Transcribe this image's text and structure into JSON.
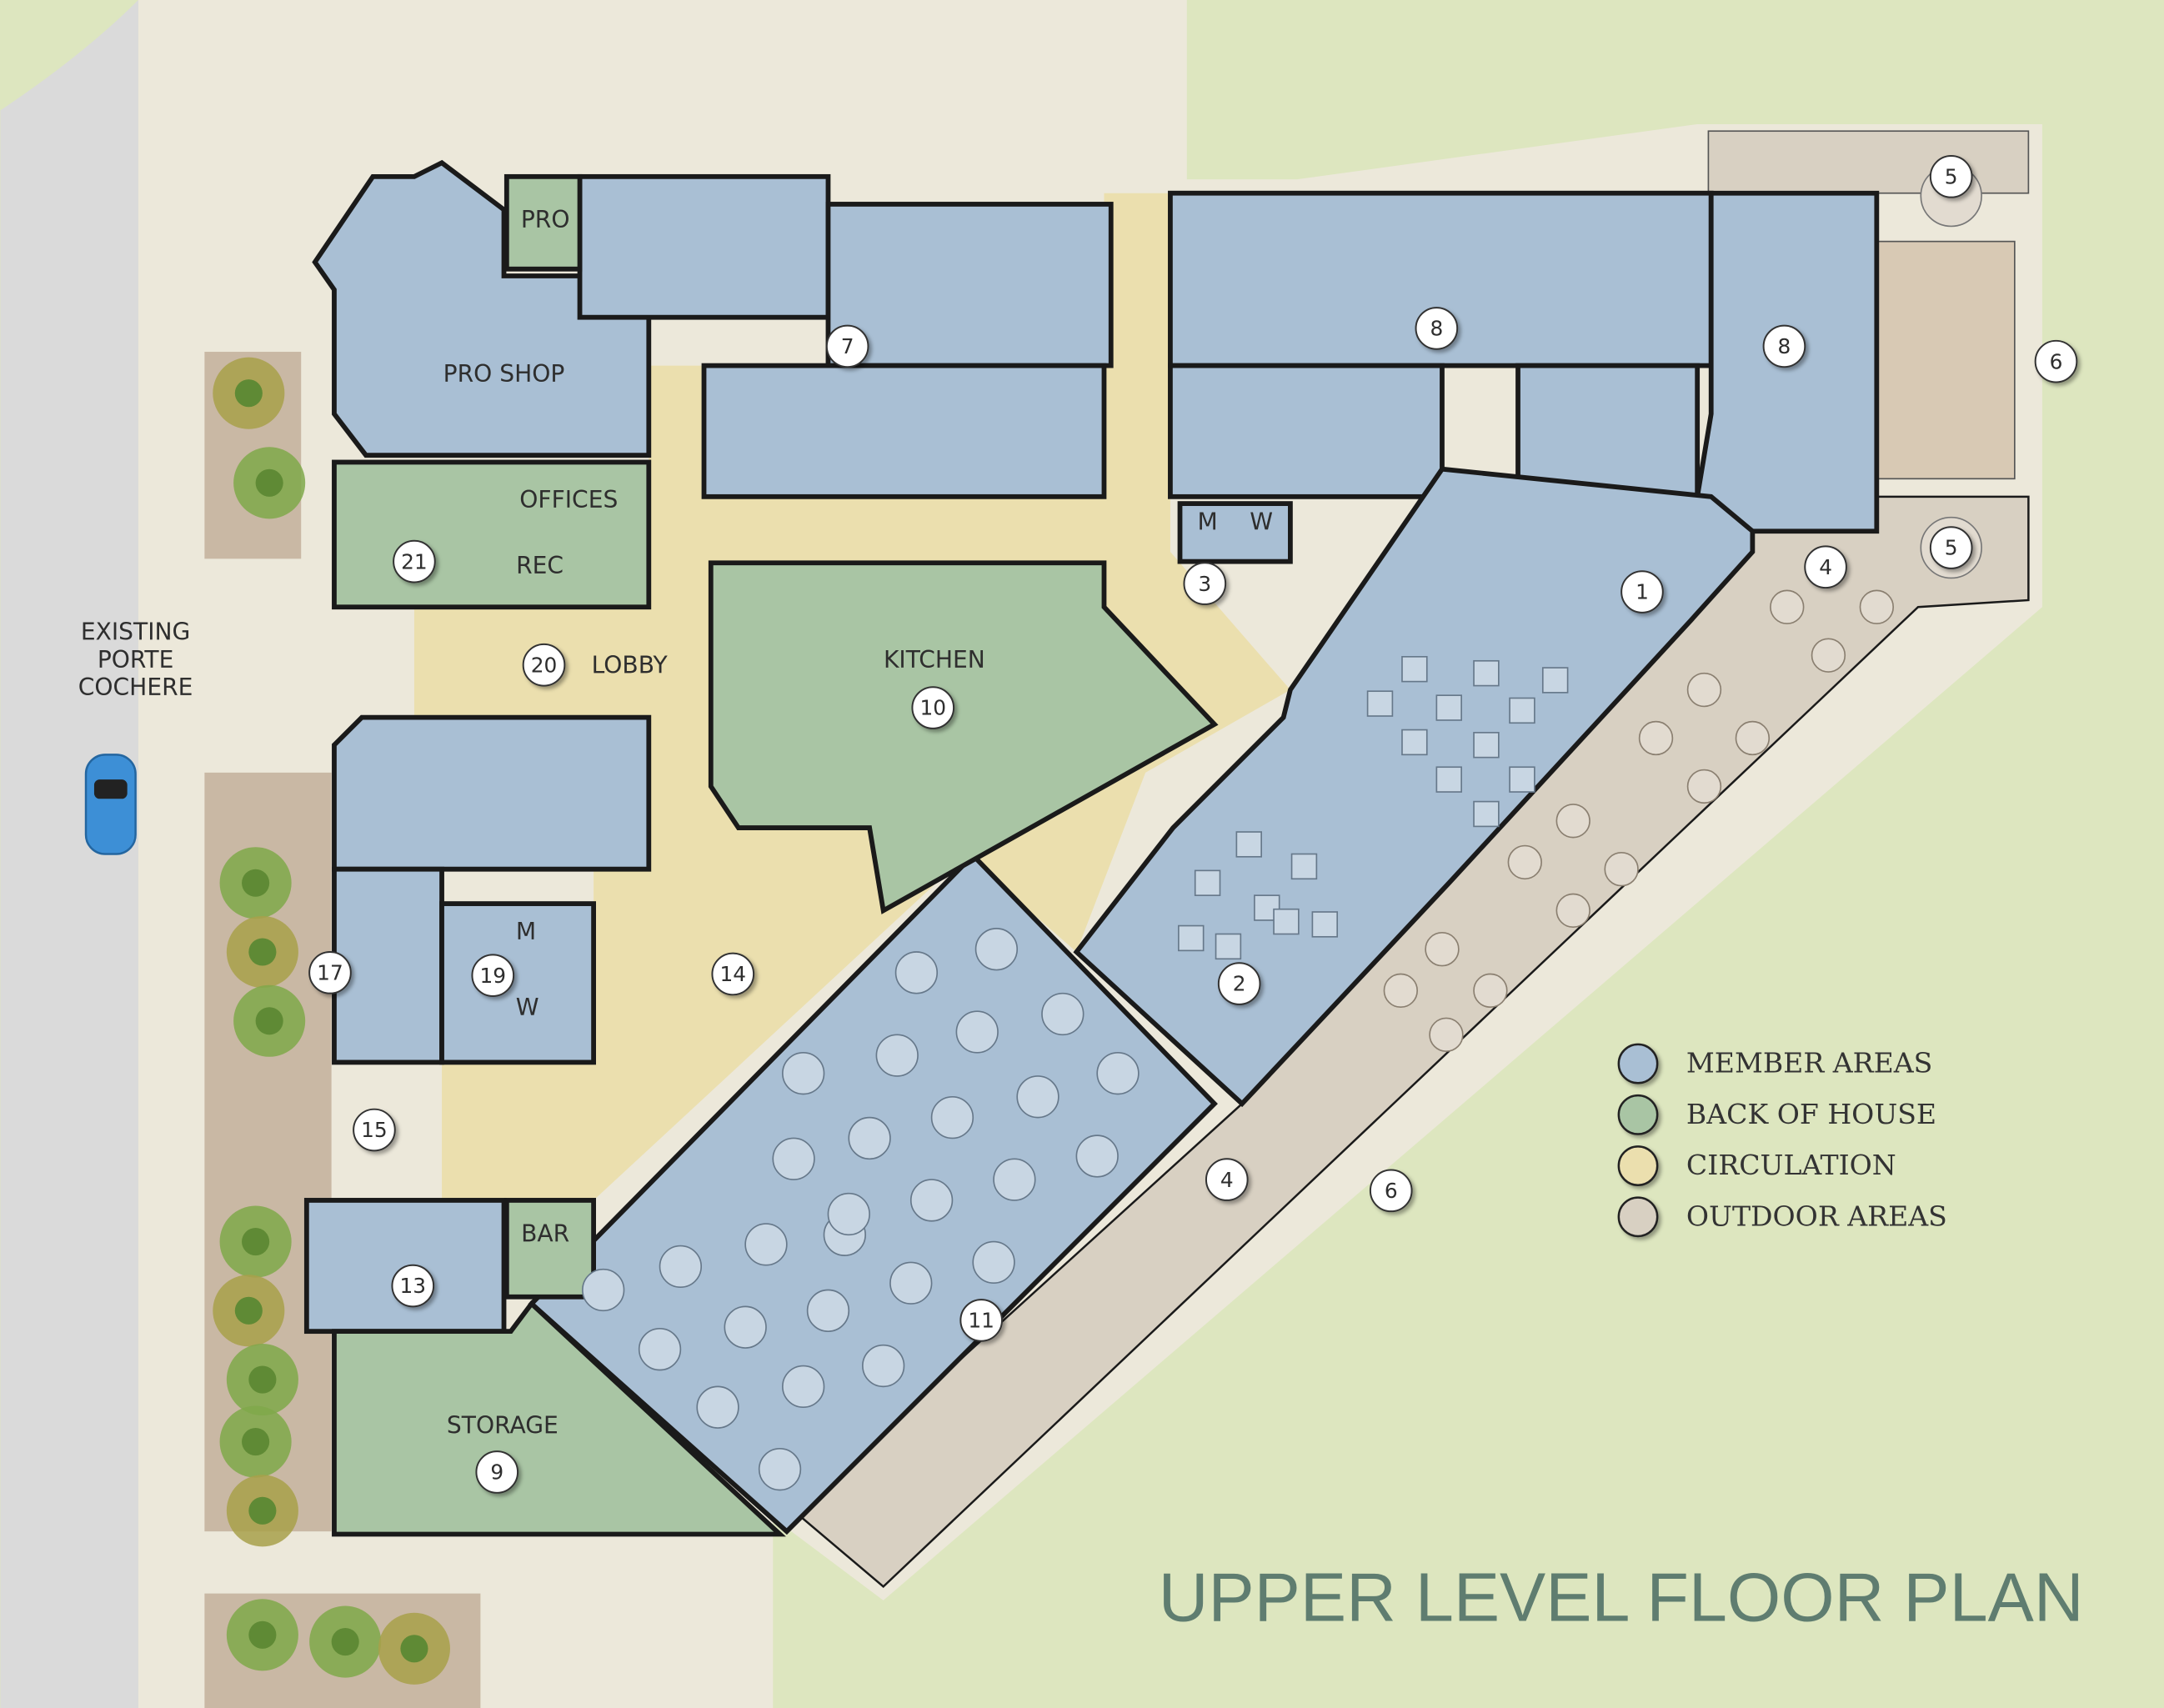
{
  "title": "UPPER LEVEL FLOOR PLAN",
  "colors": {
    "member": "#a9bfd4",
    "back_of_house": "#a9c5a4",
    "circulation": "#ebdfae",
    "outdoor": "#d8d0c2",
    "lawn": "#dde6bf",
    "paving": "#ece8da",
    "road": "#dadada",
    "title": "#5f7d70"
  },
  "legend": [
    {
      "label": "MEMBER AREAS",
      "color": "#a9bfd4"
    },
    {
      "label": "BACK OF HOUSE",
      "color": "#a9c5a4"
    },
    {
      "label": "CIRCULATION",
      "color": "#ebdfae"
    },
    {
      "label": "OUTDOOR AREAS",
      "color": "#d8d0c2"
    }
  ],
  "site": {
    "porte_cochere": [
      "EXISTING",
      "PORTE",
      "COCHERE"
    ]
  },
  "rooms": {
    "pro": "PRO",
    "pro_shop": "PRO SHOP",
    "offices": "OFFICES",
    "rec": "REC",
    "lobby": "LOBBY",
    "kitchen": "KITCHEN",
    "storage": "STORAGE",
    "bar": "BAR",
    "men_upper": "M",
    "women_upper": "W",
    "men_lower": "M",
    "women_lower": "W"
  },
  "keys": {
    "k21": "21",
    "k20": "20",
    "k10": "10",
    "k7": "7",
    "k8a": "8",
    "k8b": "8",
    "k6a": "6",
    "k5a": "5",
    "k5b": "5",
    "k4a": "4",
    "k3": "3",
    "k1": "1",
    "k2": "2",
    "k14": "14",
    "k17": "17",
    "k19": "19",
    "k15": "15",
    "k13": "13",
    "k11": "11",
    "k9": "9",
    "k4b": "4",
    "k6b": "6"
  }
}
